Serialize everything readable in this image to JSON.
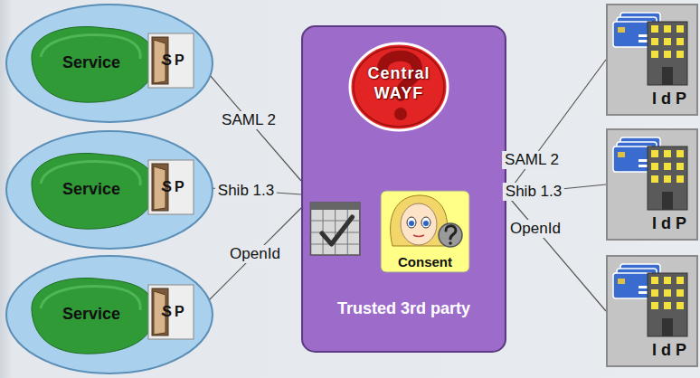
{
  "diagram": {
    "nodes": [
      {
        "text": [
          "Service"
        ]
      },
      {
        "text": [
          "SP"
        ],
        "in": 0
      },
      {
        "text": [
          "Service"
        ]
      },
      {
        "text": [
          "SP"
        ],
        "in": 2
      },
      {
        "text": [
          "Service"
        ]
      },
      {
        "text": [
          "SP"
        ],
        "in": 4
      },
      {
        "text": [
          "Trusted 3rd party"
        ]
      },
      {
        "text": [
          "Central WAYF"
        ],
        "in": 6
      },
      {
        "text": [
          "Consent"
        ],
        "in": 6
      },
      {
        "text": [
          "IdP"
        ]
      },
      {
        "text": [
          "IdP"
        ]
      },
      {
        "text": [
          "IdP"
        ]
      }
    ],
    "edges": [
      {
        "from": 1,
        "to": 6,
        "arrow": "none",
        "label": "SAML 2"
      },
      {
        "from": 3,
        "to": 6,
        "arrow": "none",
        "label": "Shib 1.3"
      },
      {
        "from": 5,
        "to": 6,
        "arrow": "none",
        "label": "OpenId"
      },
      {
        "from": 6,
        "to": 9,
        "arrow": "none",
        "label": "SAML 2"
      },
      {
        "from": 6,
        "to": 10,
        "arrow": "none",
        "label": "Shib 1.3"
      },
      {
        "from": 6,
        "to": 11,
        "arrow": "none",
        "label": "OpenId"
      }
    ]
  }
}
